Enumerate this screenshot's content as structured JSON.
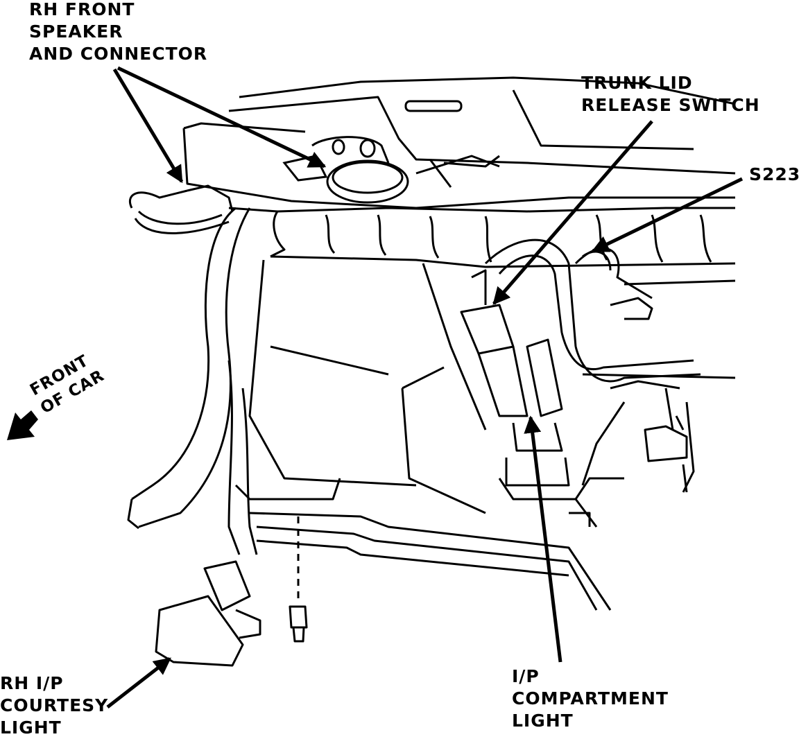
{
  "diagram": {
    "callouts": {
      "rh_front_speaker": [
        "RH FRONT",
        "SPEAKER",
        "AND CONNECTOR"
      ],
      "trunk_lid_release_switch": [
        "TRUNK LID",
        "RELEASE SWITCH"
      ],
      "s223": [
        "S223"
      ],
      "rh_ip_courtesy_light": [
        "RH I/P",
        "COURTESY",
        "LIGHT"
      ],
      "ip_compartment_light": [
        "I/P",
        "COMPARTMENT",
        "LIGHT"
      ]
    },
    "orientation": [
      "FRONT",
      "OF CAR"
    ]
  }
}
